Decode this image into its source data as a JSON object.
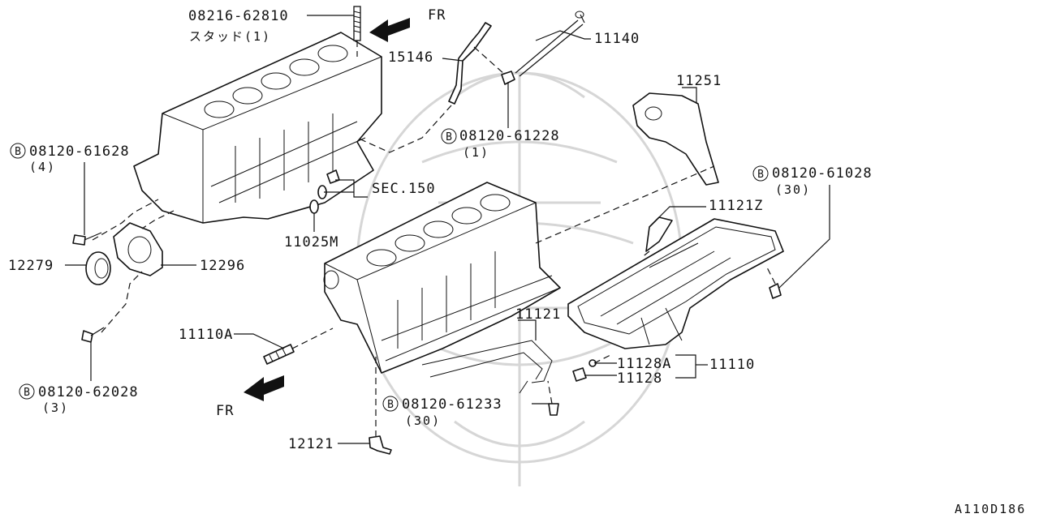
{
  "diagram_id": "A110D186",
  "bolt_marker": "B",
  "labels": {
    "stud_part": "08216-62810",
    "stud_desc": "スタッド(1)",
    "fr_top": "FR",
    "dipstick_guide": "15146",
    "dipstick": "11140",
    "bolt_guide_part": "08120-61228",
    "bolt_guide_qty": "(1)",
    "baffle": "11251",
    "bolt_left_part": "08120-61628",
    "bolt_left_qty": "(4)",
    "sec": "SEC.150",
    "plug": "11025M",
    "bolt_pan_part": "08120-61028",
    "bolt_pan_qty": "(30)",
    "rtv": "11121Z",
    "seal": "12279",
    "retainer": "12296",
    "stud_pan": "11110A",
    "gasket": "11121",
    "drain_washer": "11128A",
    "drain_plug": "11128",
    "oil_pan": "11110",
    "bolt_ret_part": "08120-62028",
    "bolt_ret_qty": "(3)",
    "fr_bottom": "FR",
    "bolt_bot_part": "08120-61233",
    "bolt_bot_qty": "(30)",
    "dowel": "12121"
  }
}
